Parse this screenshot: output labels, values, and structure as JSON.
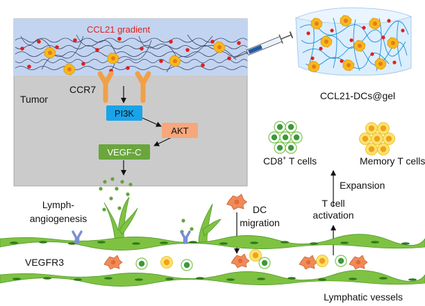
{
  "diagram": {
    "labels": {
      "gradient": "CCL21 gradient",
      "tumor": "Tumor",
      "ccr7": "CCR7",
      "pi3k": "PI3K",
      "akt": "AKT",
      "vegfc": "VEGF-C",
      "gel": "CCL21-DCs@gel",
      "cd8_main": "CD8",
      "cd8_sup": "+",
      "cd8_rest": " T cells",
      "memory": "Memory T cells",
      "expansion": "Expansion",
      "tcell_line1": "T cell",
      "tcell_line2": "activation",
      "lymph_line1": "Lymph-",
      "lymph_line2": "angiogenesis",
      "dc_line1": "DC",
      "dc_line2": "migration",
      "vegfr3": "VEGFR3",
      "lymphatic": "Lymphatic vessels"
    },
    "colors": {
      "gel_blue": "#c3d4f0",
      "tumor_gray": "#cbcbcb",
      "gradient_red": "#e0201c",
      "receptor_orange": "#f0a048",
      "pi3k_blue": "#1aa3e8",
      "akt_salmon": "#f6a77c",
      "vegfc_green": "#6aa63c",
      "dc_orange": "#f08a5a",
      "vessel_green": "#7fc242",
      "vegfr3_blue": "#7a8fd0"
    }
  }
}
